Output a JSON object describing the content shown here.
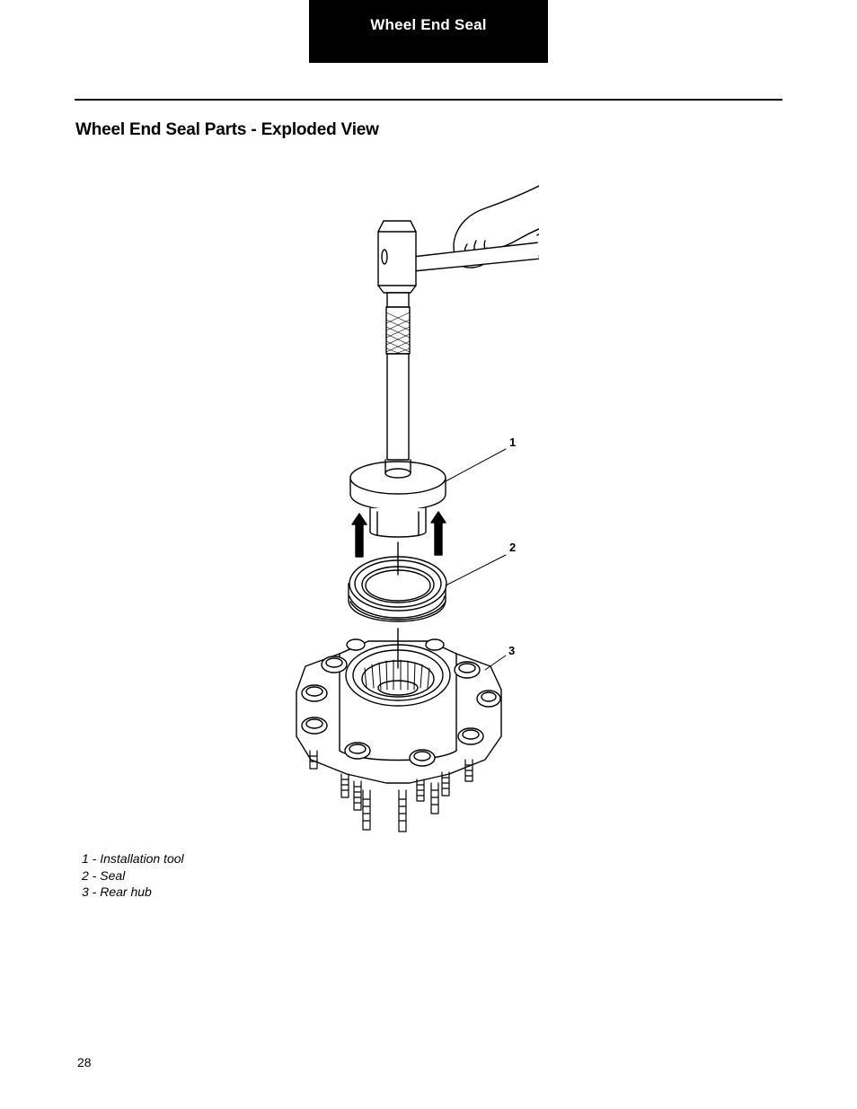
{
  "header": {
    "section_tab": "Wheel End Seal"
  },
  "page": {
    "title": "Wheel End Seal Parts - Exploded View",
    "page_number": "28"
  },
  "figure": {
    "callouts": [
      "1",
      "2",
      "3"
    ],
    "legend": [
      "1 - Installation tool",
      "2 - Seal",
      "3 - Rear hub"
    ]
  }
}
